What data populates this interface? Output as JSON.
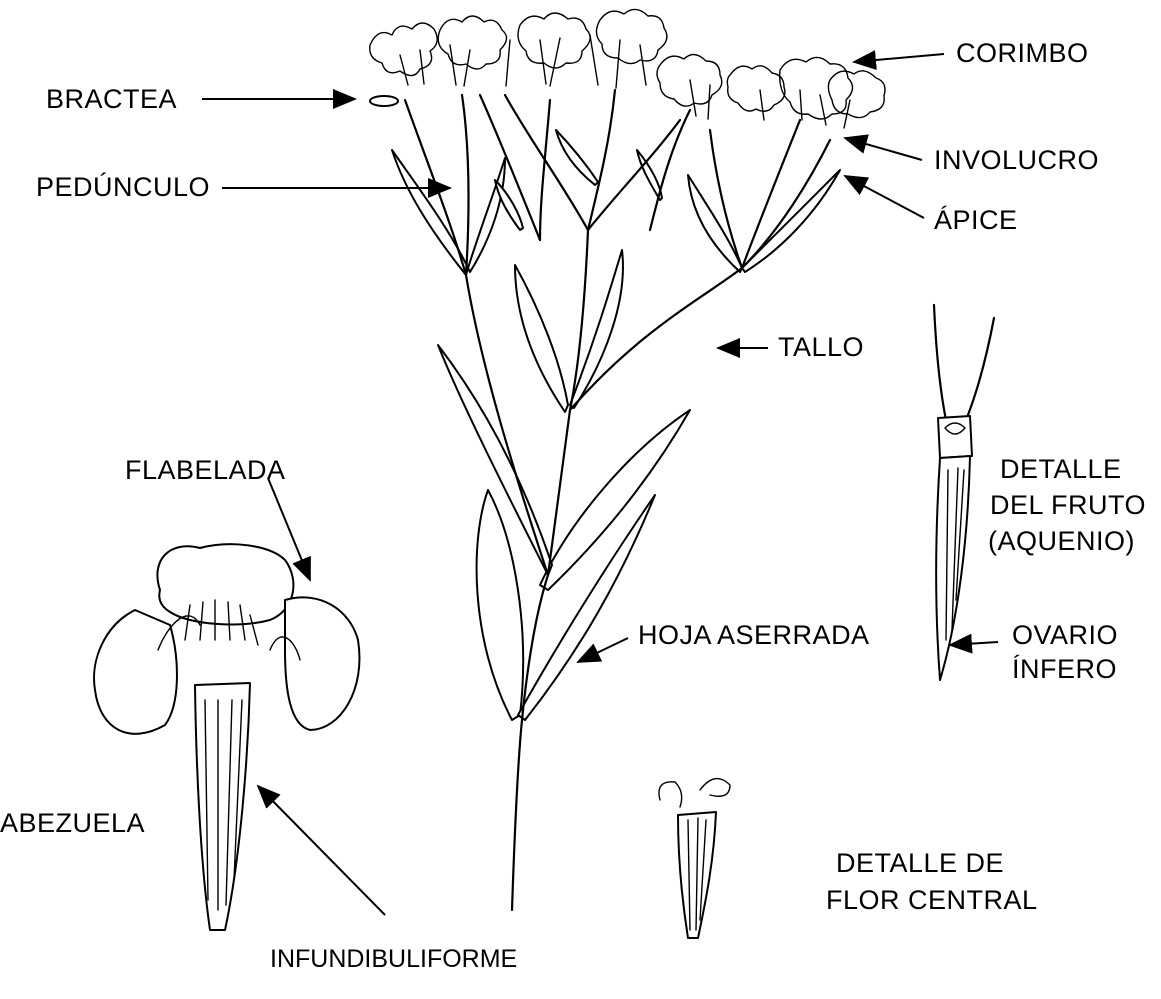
{
  "labels": {
    "corimbo": "CORIMBO",
    "bractea": "BRACTEA",
    "involucro": "INVOLUCRO",
    "pedunculo": "PEDÚNCULO",
    "apice": "ÁPICE",
    "tallo": "TALLO",
    "flabelada": "FLABELADA",
    "detalle_fruto_1": "DETALLE",
    "detalle_fruto_2": "DEL FRUTO",
    "detalle_fruto_3": "(AQUENIO)",
    "hoja_aserrada": "HOJA ASERRADA",
    "ovario_1": "OVARIO",
    "ovario_2": "ÍNFERO",
    "cabezuela": "ABEZUELA",
    "detalle_flor_1": "DETALLE DE",
    "detalle_flor_2": "FLOR CENTRAL",
    "infundibuliforme": "INFUNDIBULIFORME"
  },
  "colors": {
    "ink": "#000000",
    "paper": "#ffffff"
  }
}
